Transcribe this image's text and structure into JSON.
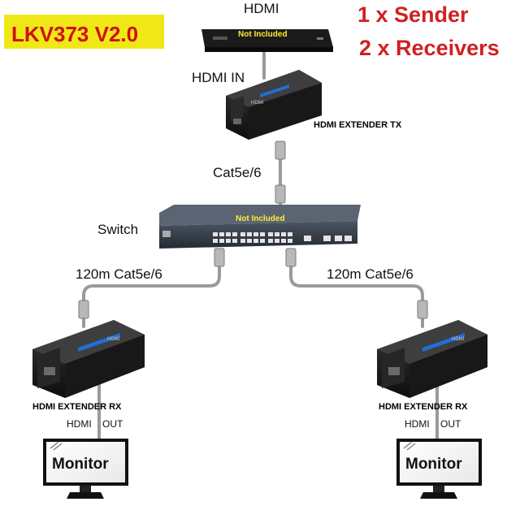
{
  "badge": {
    "text": "LKV373 V2.0",
    "bg": "#f0e816",
    "fg": "#d01010"
  },
  "headline": {
    "line1": "1 x Sender",
    "line2": "2 x Receivers",
    "color": "#d02020"
  },
  "source": {
    "label": "HDMI",
    "note": "Not Included"
  },
  "sender": {
    "input_label": "HDMI IN",
    "name": "HDMI EXTENDER TX",
    "device_text": "HDMI"
  },
  "uplink": {
    "label": "Cat5e/6"
  },
  "switch": {
    "label": "Switch",
    "note": "Not Included"
  },
  "links": {
    "left": "120m Cat5e/6",
    "right": "120m Cat5e/6"
  },
  "receivers": [
    {
      "name": "HDMI EXTENDER RX",
      "out_a": "HDMI",
      "out_b": "OUT",
      "monitor": "Monitor",
      "device_text": "HDMI"
    },
    {
      "name": "HDMI EXTENDER RX",
      "out_a": "HDMI",
      "out_b": "OUT",
      "monitor": "Monitor",
      "device_text": "HDMI"
    }
  ],
  "colors": {
    "cable": "#9a9a9a",
    "device": "#1e1e1e",
    "switch": "#2c3440",
    "led": "#1f6fd6"
  },
  "icons": [
    "rj45-plug-icon",
    "hdmi-port-icon",
    "monitor-icon",
    "network-switch-icon",
    "blu-ray-player-icon"
  ]
}
